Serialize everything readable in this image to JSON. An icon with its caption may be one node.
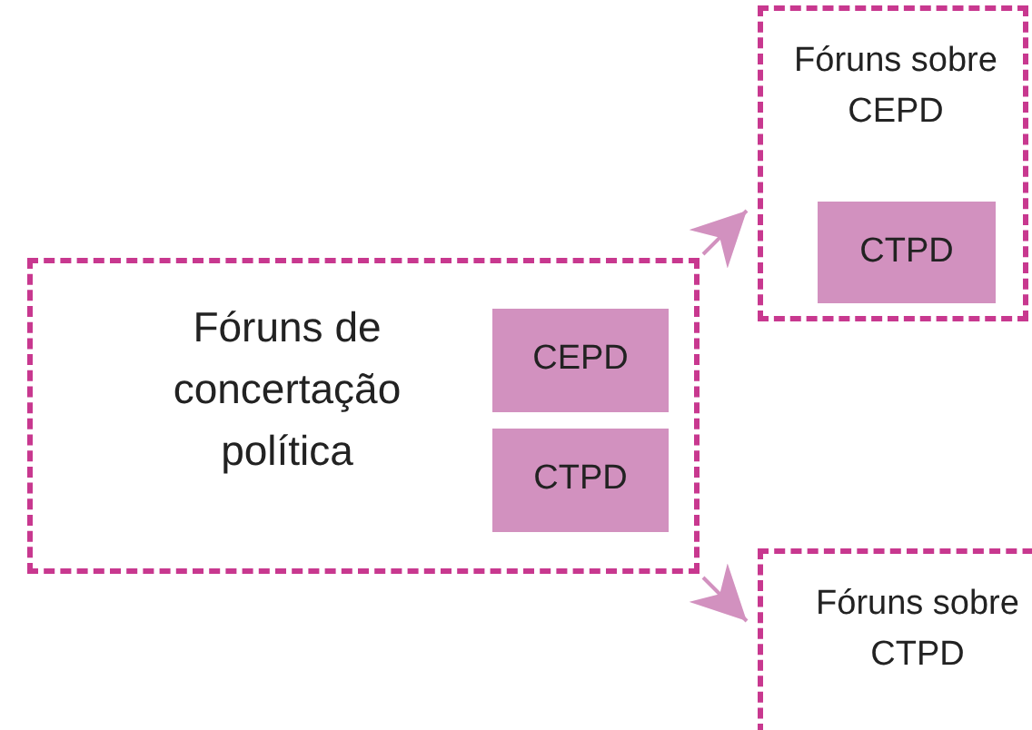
{
  "diagram": {
    "nodes": [
      {
        "text": [
          "Fóruns de concertação política"
        ]
      },
      {
        "text": [
          "CEPD"
        ],
        "in": 0
      },
      {
        "text": [
          "CTPD"
        ],
        "in": 0
      },
      {
        "text": [
          "Fóruns sobre CEPD"
        ]
      },
      {
        "text": [
          "CTPD"
        ],
        "in": 3
      },
      {
        "text": [
          "Fóruns sobre CTPD"
        ]
      }
    ],
    "edges": [
      {
        "from": 0,
        "to": 3,
        "arrow": "to"
      },
      {
        "from": 0,
        "to": 5,
        "arrow": "to"
      }
    ]
  }
}
